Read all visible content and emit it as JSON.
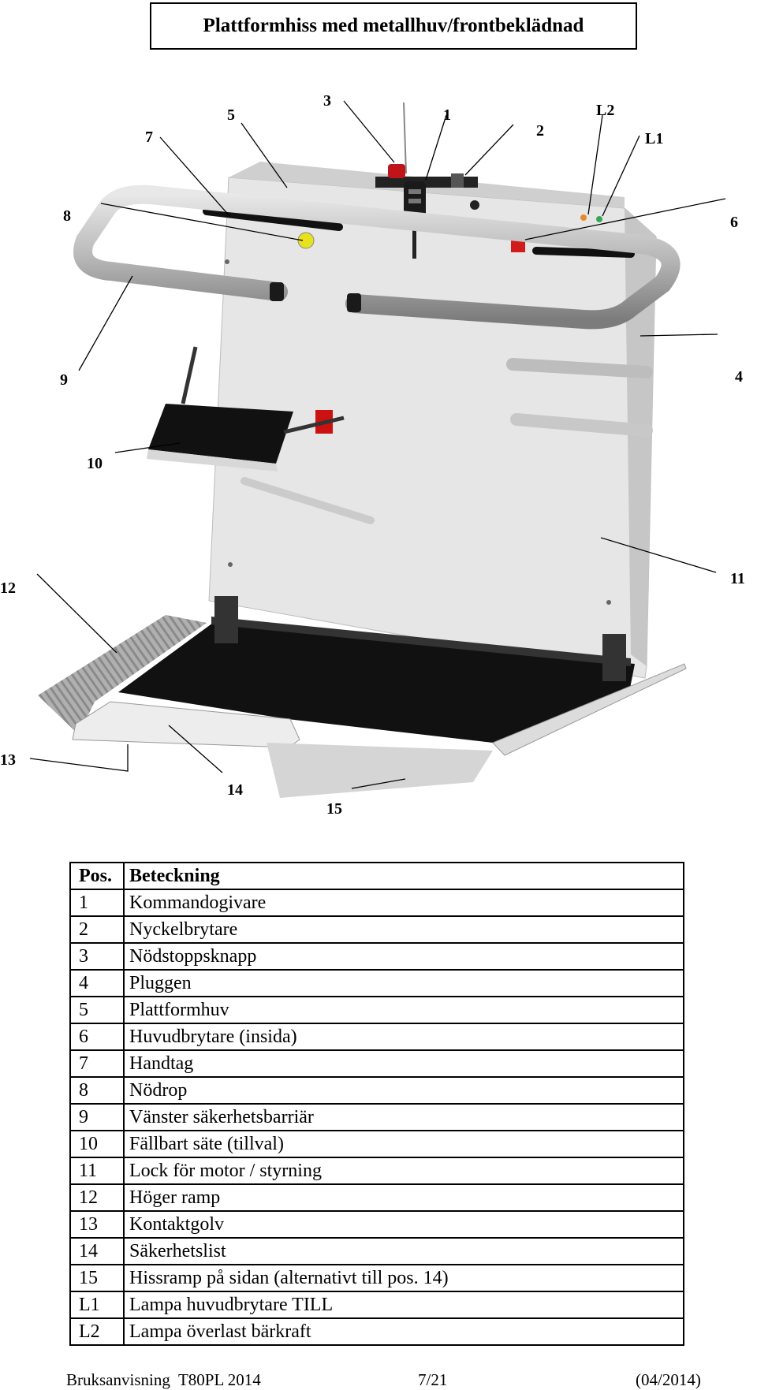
{
  "title": "Plattformhiss med metallhuv/frontbeklädnad",
  "callouts": {
    "c1": "1",
    "c2": "2",
    "c3": "3",
    "c4": "4",
    "c5": "5",
    "c6": "6",
    "c7": "7",
    "c8": "8",
    "c9": "9",
    "c10": "10",
    "c11": "11",
    "c12": "12",
    "c13": "13",
    "c14": "14",
    "c15": "15",
    "cL1": "L1",
    "cL2": "L2"
  },
  "table": {
    "headers": {
      "pos": "Pos.",
      "label": "Beteckning"
    },
    "rows": [
      {
        "pos": "1",
        "label": "Kommandogivare"
      },
      {
        "pos": "2",
        "label": "Nyckelbrytare"
      },
      {
        "pos": "3",
        "label": "Nödstoppsknapp"
      },
      {
        "pos": "4",
        "label": "Pluggen"
      },
      {
        "pos": "5",
        "label": "Plattformhuv"
      },
      {
        "pos": "6",
        "label": "Huvudbrytare (insida)"
      },
      {
        "pos": "7",
        "label": "Handtag"
      },
      {
        "pos": "8",
        "label": "Nödrop"
      },
      {
        "pos": "9",
        "label": "Vänster säkerhetsbarriär"
      },
      {
        "pos": "10",
        "label": "Fällbart säte (tillval)"
      },
      {
        "pos": "11",
        "label": "Lock för motor / styrning"
      },
      {
        "pos": "12",
        "label": "Höger ramp"
      },
      {
        "pos": "13",
        "label": "Kontaktgolv"
      },
      {
        "pos": "14",
        "label": "Säkerhetslist"
      },
      {
        "pos": "15",
        "label": "Hissramp på sidan (alternativt till pos. 14)"
      },
      {
        "pos": "L1",
        "label": "Lampa huvudbrytare TILL"
      },
      {
        "pos": "L2",
        "label": "Lampa överlast bärkraft"
      }
    ]
  },
  "footer": {
    "left": "Bruksanvisning  T80PL 2014",
    "center": "7/21",
    "right": "(04/2014)"
  }
}
